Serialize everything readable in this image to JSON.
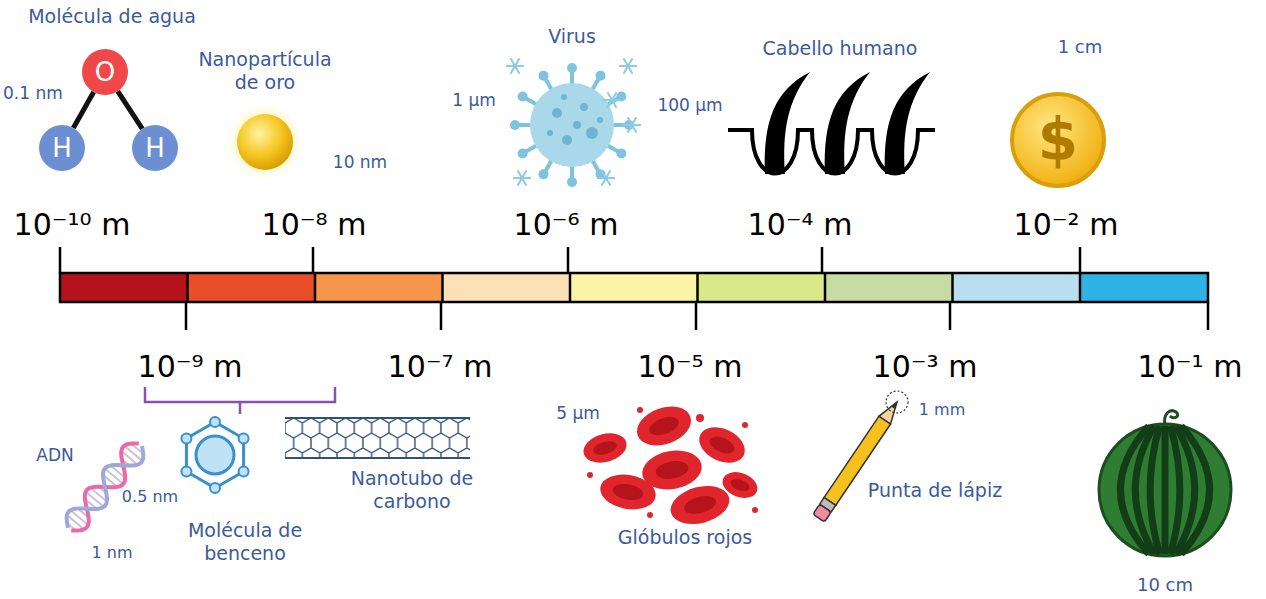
{
  "diagram": {
    "nodes": [
      {
        "text": [
          "O"
        ]
      },
      {
        "text": [
          "H"
        ]
      },
      {
        "text": [
          "H"
        ]
      },
      {
        "text": [
          "$"
        ]
      }
    ],
    "edges": [
      {
        "from": 0,
        "to": 1,
        "arrow": "none"
      },
      {
        "from": 0,
        "to": 2,
        "arrow": "none"
      }
    ],
    "labels": [
      "Molécula de agua",
      "0.1 nm",
      "Nanopartícula de oro",
      "10 nm",
      "Virus",
      "1 µm",
      "Cabello humano",
      "100 µm",
      "1 cm",
      "10⁻¹⁰ m",
      "10⁻⁸ m",
      "10⁻⁶ m",
      "10⁻⁴ m",
      "10⁻² m",
      "10⁻⁹ m",
      "10⁻⁷ m",
      "10⁻⁵ m",
      "10⁻³ m",
      "10⁻¹ m",
      "ADN",
      "0.5 nm",
      "Molécula de benceno",
      "Nanotubo de carbono",
      "1 nm",
      "5 µm",
      "Glóbulos rojos",
      "1 mm",
      "Punta de lápiz",
      "10 cm"
    ]
  }
}
